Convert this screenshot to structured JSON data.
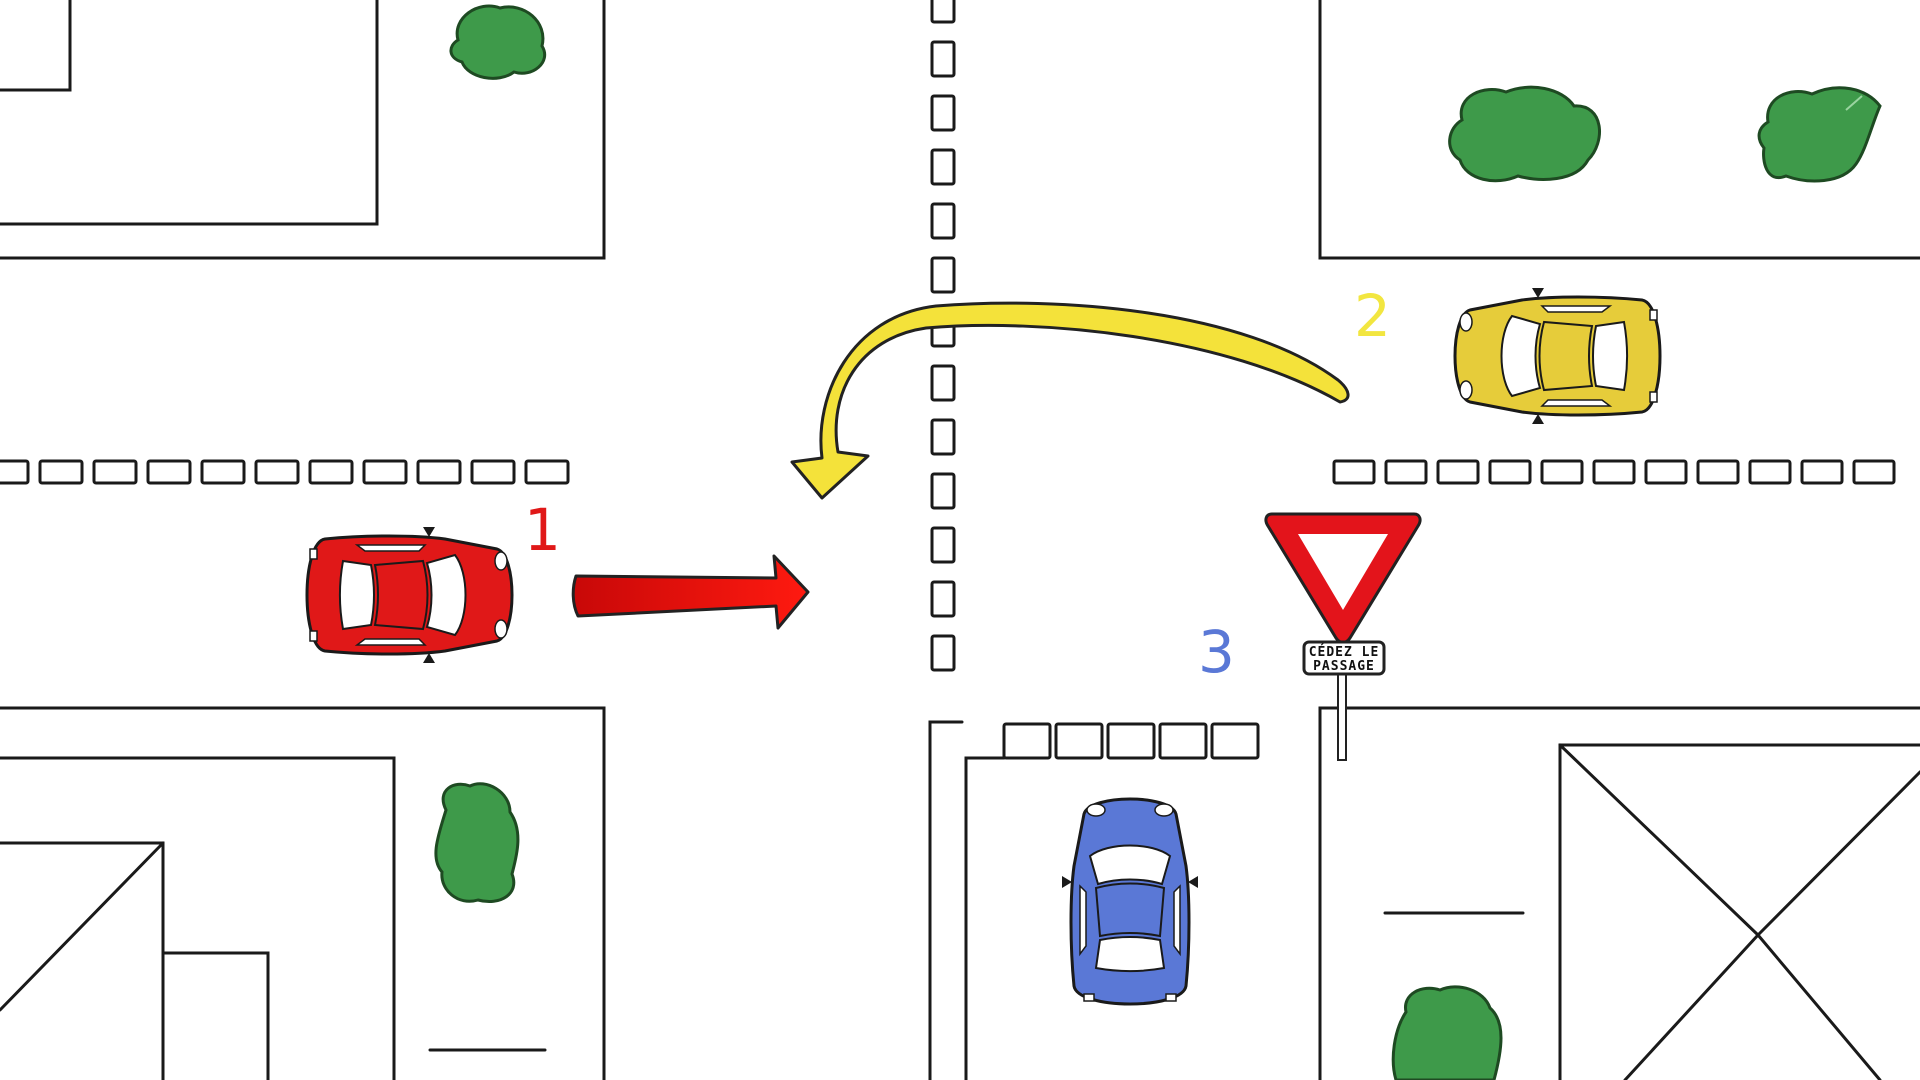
{
  "colors": {
    "car_1": "#e01818",
    "car_2": "#e6cc3a",
    "car_3": "#5a78d6",
    "arrow_1": "#e01010",
    "arrow_2": "#f4e23a",
    "tree": "#3e9a4a",
    "sign_red": "#e3141b"
  },
  "vehicles": [
    {
      "label": "1",
      "color": "red",
      "heading": "east"
    },
    {
      "label": "2",
      "color": "yellow",
      "heading": "west"
    },
    {
      "label": "3",
      "color": "blue",
      "heading": "north"
    }
  ],
  "sign": {
    "type": "yield-sign",
    "line1": "CÉDEZ LE",
    "line2": "PASSAGE"
  }
}
